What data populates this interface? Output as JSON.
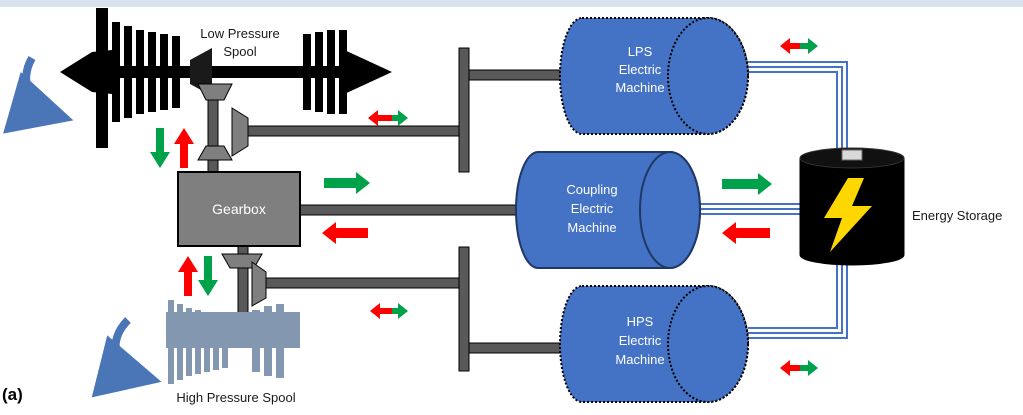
{
  "labels": {
    "lps_line1": "Low Pressure",
    "lps_line2": "Spool",
    "hps_spool": "High Pressure Spool",
    "gearbox": "Gearbox",
    "energy_storage": "Energy Storage",
    "panel": "(a)",
    "lps_em": [
      "LPS",
      "Electric",
      "Machine"
    ],
    "coupling_em": [
      "Coupling",
      "Electric",
      "Machine"
    ],
    "hps_em": [
      "HPS",
      "Electric",
      "Machine"
    ]
  },
  "colors": {
    "machine_fill": "#4472c4",
    "machine_edge": "#1f3864",
    "shaft": "#595959",
    "gearbox_fill": "#7f7f7f",
    "arrow_green": "#00a14b",
    "arrow_red": "#ff0000",
    "hp_spool": "#8497b0",
    "cable": "#4472c4",
    "bolt": "#ffd700",
    "storage": "#000000"
  }
}
